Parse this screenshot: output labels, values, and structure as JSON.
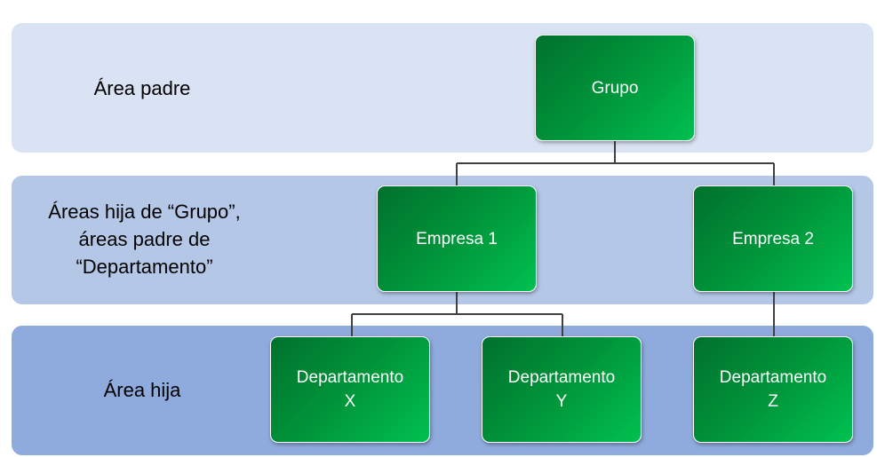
{
  "bands": {
    "top_label": "Área padre",
    "mid_label_lines": [
      "Áreas hija de “Grupo”,",
      "áreas padre de",
      "“Departamento”"
    ],
    "bottom_label": "Área hija"
  },
  "nodes": {
    "grupo": "Grupo",
    "empresa1": "Empresa 1",
    "empresa2": "Empresa 2",
    "dept_x": [
      "Departamento",
      "X"
    ],
    "dept_y": [
      "Departamento",
      "Y"
    ],
    "dept_z": [
      "Departamento",
      "Z"
    ]
  },
  "colors": {
    "band_top": "#dae3f3",
    "band_mid": "#b4c7e7",
    "band_bottom": "#8faadc",
    "node_dark": "#00712d",
    "node_light": "#00c150",
    "connector": "#404040"
  }
}
